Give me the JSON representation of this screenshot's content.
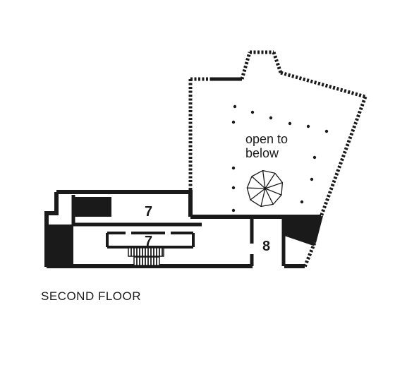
{
  "caption": "SECOND FLOOR",
  "open_area_label_line1": "open to",
  "open_area_label_line2": "below",
  "rooms": {
    "upper_7": "7",
    "lower_7": "7",
    "room_8": "8"
  },
  "colors": {
    "wall": "#1a1a1a",
    "background": "#ffffff"
  }
}
